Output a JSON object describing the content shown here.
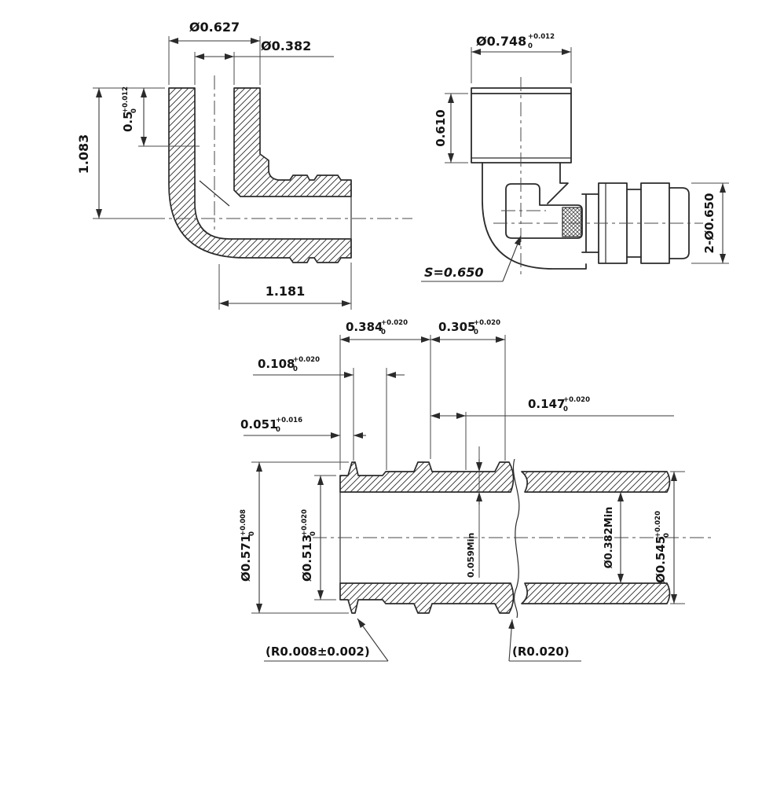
{
  "drawing": {
    "kind": "technical-drawing",
    "line_color": "#2b2b2b",
    "views": {
      "front_section": "elbow front section view",
      "side_profile": "elbow side profile view",
      "barb_detail": "barb end detail section view"
    },
    "dims": {
      "dia_socket_outer": {
        "v": "Ø0.627"
      },
      "dia_socket_bore": {
        "v": "Ø0.382"
      },
      "overall_height": {
        "v": "1.083"
      },
      "socket_depth": {
        "v": "0.5",
        "p": "+0.012",
        "m": "0"
      },
      "overall_length": {
        "v": "1.181"
      },
      "dia_cap": {
        "v": "Ø0.748",
        "p": "+0.012",
        "m": "0"
      },
      "cap_height": {
        "v": "0.610"
      },
      "hex_across_flats": {
        "v": "S=0.650"
      },
      "barb_outer_dia": {
        "v": "2-Ø0.650"
      },
      "barb_len_1": {
        "v": "0.384",
        "p": "+0.020",
        "m": "0"
      },
      "barb_len_2": {
        "v": "0.305",
        "p": "+0.020",
        "m": "0"
      },
      "tip_len": {
        "v": "0.108",
        "p": "+0.020",
        "m": "0"
      },
      "tip_chamfer": {
        "v": "0.051",
        "p": "+0.016",
        "m": "0"
      },
      "groove_len": {
        "v": "0.147",
        "p": "+0.020",
        "m": "0"
      },
      "dia_barb_crest": {
        "v": "Ø0.571",
        "p": "+0.008",
        "m": "0"
      },
      "dia_tip": {
        "v": "Ø0.513",
        "p": "+0.020",
        "m": "0"
      },
      "wall_min": {
        "v": "0.059Min"
      },
      "bore_min": {
        "v": "Ø0.382Min"
      },
      "dia_body": {
        "v": "Ø0.545",
        "p": "+0.020",
        "m": "0"
      },
      "radius_tip": {
        "v": "(R0.008±0.002)"
      },
      "radius_barb": {
        "v": "(R0.020)"
      }
    }
  }
}
